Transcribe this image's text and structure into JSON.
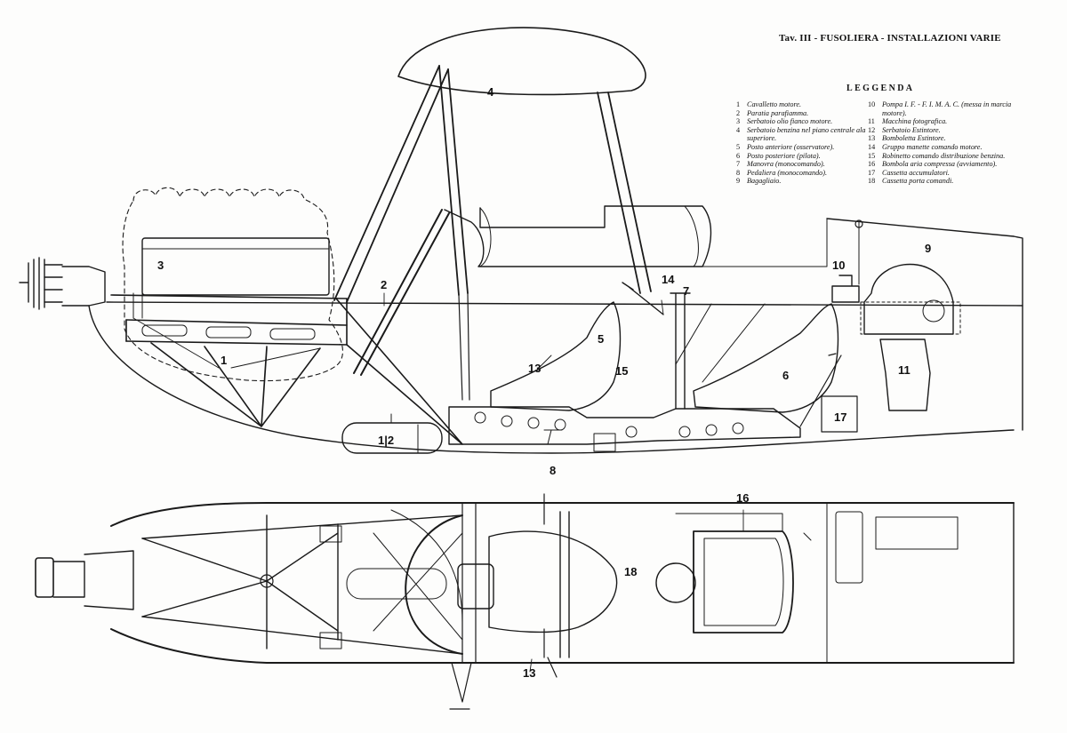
{
  "header": {
    "title": "Tav. III - FUSOLIERA - INSTALLAZIONI VARIE"
  },
  "legend": {
    "heading": "LEGGENDA",
    "items": [
      {
        "num": "1",
        "text": "Cavalletto motore."
      },
      {
        "num": "2",
        "text": "Paratia parafiamma."
      },
      {
        "num": "3",
        "text": "Serbatoio olio fianco motore."
      },
      {
        "num": "4",
        "text": "Serbatoio benzina nel piano centrale ala superiore."
      },
      {
        "num": "5",
        "text": "Posto anteriore (osservatore)."
      },
      {
        "num": "6",
        "text": "Posto posteriore (pilota)."
      },
      {
        "num": "7",
        "text": "Manovra (monocomando)."
      },
      {
        "num": "8",
        "text": "Pedaliera (monocomando)."
      },
      {
        "num": "9",
        "text": "Bagagliaio."
      },
      {
        "num": "10",
        "text": "Pompa I. F. - F. I. M. A. C. (messa in marcia motore)."
      },
      {
        "num": "11",
        "text": "Macchina fotografica."
      },
      {
        "num": "12",
        "text": "Serbatoio Estintore."
      },
      {
        "num": "13",
        "text": "Bomboletta Estintore."
      },
      {
        "num": "14",
        "text": "Gruppo manette comando motore."
      },
      {
        "num": "15",
        "text": "Robinetto comando distribuzione benzina."
      },
      {
        "num": "16",
        "text": "Bombola aria compressa (avviamento)."
      },
      {
        "num": "17",
        "text": "Cassetta accumulatori."
      },
      {
        "num": "18",
        "text": "Cassetta porta comandi."
      }
    ]
  },
  "callouts": {
    "c1": "1",
    "c2": "2",
    "c3": "3",
    "c4": "4",
    "c5": "5",
    "c6": "6",
    "c7": "7",
    "c8": "8",
    "c9": "9",
    "c10": "10",
    "c11": "11",
    "c12": "1|2",
    "c13a": "13",
    "c13b": "13",
    "c14": "14",
    "c15": "15",
    "c16": "16",
    "c17": "17",
    "c18": "18"
  }
}
